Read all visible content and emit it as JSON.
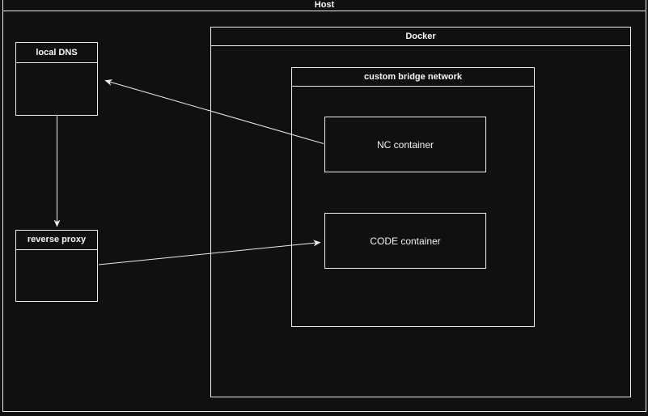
{
  "diagram": {
    "background_color": "#101010",
    "line_color": "#ececec",
    "text_color": "#f7f7f7",
    "nodes": {
      "host": {
        "label": "Host"
      },
      "docker": {
        "label": "Docker"
      },
      "bridge_network": {
        "label": "custom bridge network"
      },
      "nc_container": {
        "label": "NC container"
      },
      "code_container": {
        "label": "CODE container"
      },
      "local_dns": {
        "label": "local DNS"
      },
      "reverse_proxy": {
        "label": "reverse proxy"
      }
    },
    "edges": [
      {
        "from": "NC container",
        "to": "local DNS",
        "arrowhead": "at local DNS"
      },
      {
        "from": "local DNS",
        "to": "reverse proxy",
        "arrowhead": "at reverse proxy"
      },
      {
        "from": "reverse proxy",
        "to": "CODE container",
        "arrowhead": "at CODE container"
      }
    ]
  }
}
